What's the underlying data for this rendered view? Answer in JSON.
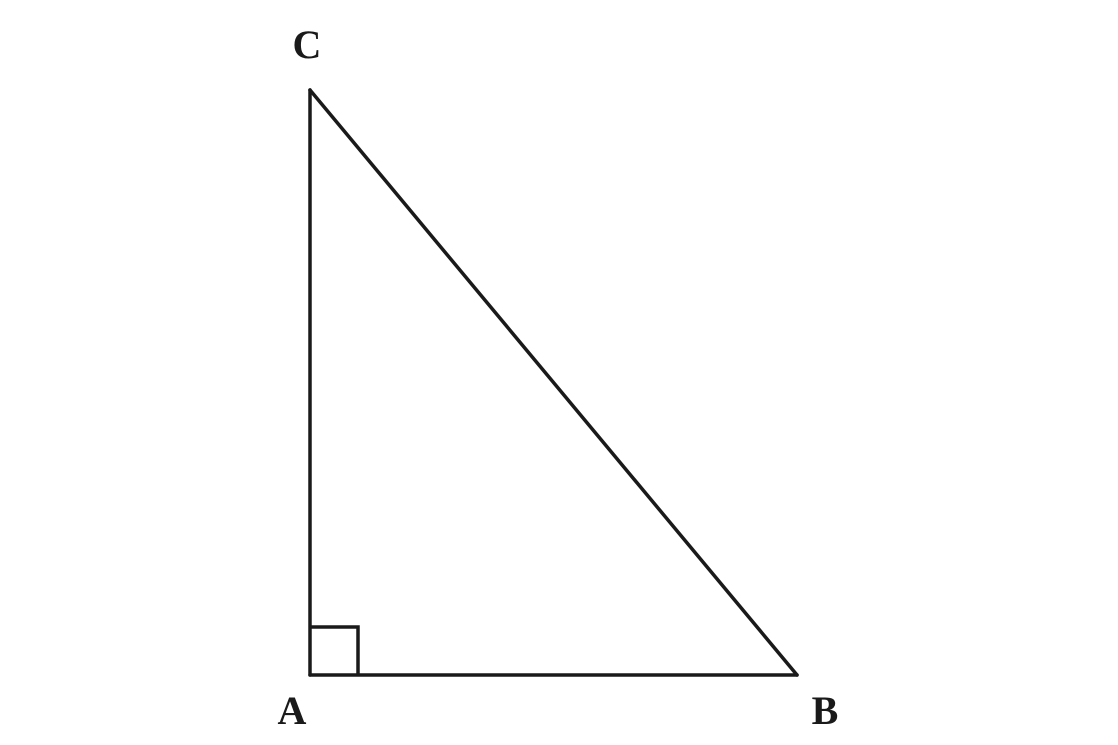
{
  "diagram": {
    "vertices": {
      "a": "A",
      "b": "B",
      "c": "C"
    },
    "right_angle_at": "A",
    "colors": {
      "stroke": "#1a1a1a",
      "background": "#ffffff"
    }
  }
}
